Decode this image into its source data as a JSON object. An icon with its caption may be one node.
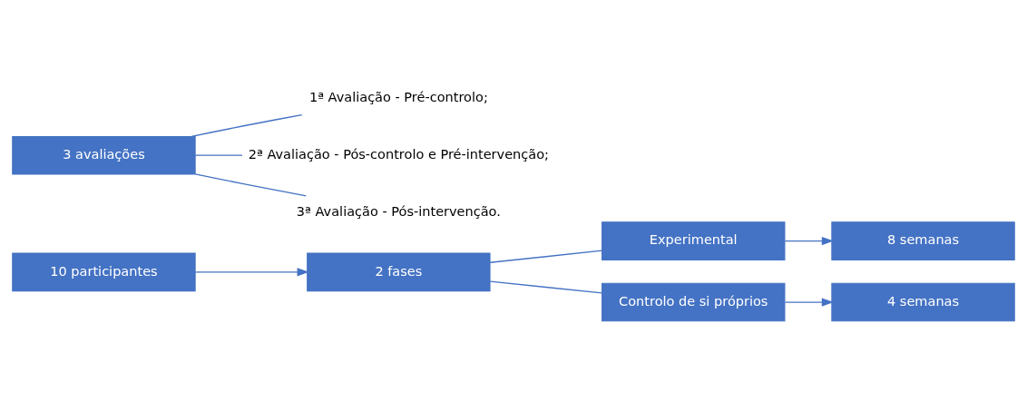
{
  "diagram": {
    "nodes": [
      {
        "text": [
          "10 participantes"
        ]
      },
      {
        "text": [
          "2 fases"
        ]
      },
      {
        "text": [
          "Experimental"
        ]
      },
      {
        "text": [
          "Controlo de si próprios"
        ]
      },
      {
        "text": [
          "3 avaliações"
        ]
      },
      {
        "text": [
          "1ª Avaliação - Pré-controlo;"
        ]
      },
      {
        "text": [
          "2ª Avaliação - Pós-controlo e Pré-intervenção;"
        ]
      },
      {
        "text": [
          "3ª Avaliação - Pós-intervenção."
        ]
      },
      {
        "text": [
          "4 semanas"
        ]
      },
      {
        "text": [
          "8 semanas"
        ]
      }
    ],
    "edges": [
      {
        "from": 0,
        "to": 1,
        "arrow": "to"
      },
      {
        "from": 1,
        "to": 2,
        "arrow": "none"
      },
      {
        "from": 1,
        "to": 3,
        "arrow": "none"
      },
      {
        "from": 2,
        "to": 9,
        "arrow": "to"
      },
      {
        "from": 3,
        "to": 8,
        "arrow": "to"
      },
      {
        "from": 4,
        "to": 5,
        "arrow": "none"
      },
      {
        "from": 4,
        "to": 6,
        "arrow": "none"
      },
      {
        "from": 4,
        "to": 7,
        "arrow": "none"
      }
    ]
  }
}
